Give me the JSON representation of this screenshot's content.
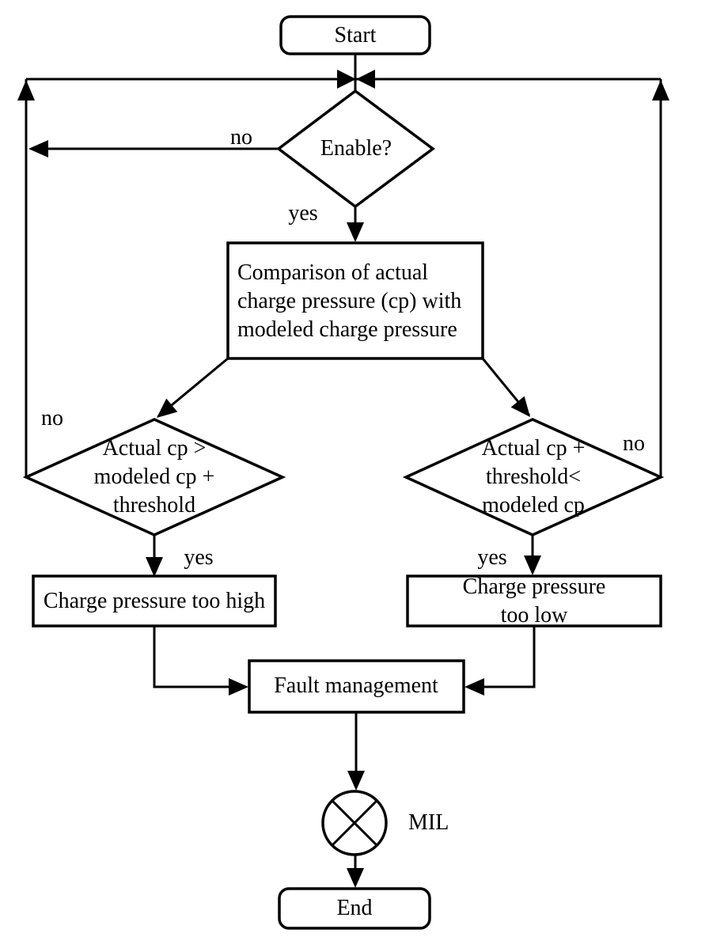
{
  "colors": {
    "stroke": "#000000",
    "background": "#ffffff",
    "text": "#000000"
  },
  "nodes": {
    "start": {
      "label": "Start"
    },
    "enable": {
      "label": "Enable?"
    },
    "comparison": {
      "label": "Comparison of actual\ncharge pressure (cp) with\nmodeled charge pressure"
    },
    "high_decision": {
      "label": "Actual cp >\nmodeled cp +\nthreshold"
    },
    "low_decision": {
      "label": "Actual cp +\nthreshold<\nmodeled cp"
    },
    "too_high": {
      "label": "Charge pressure too high"
    },
    "too_low": {
      "label": "Charge pressure too low"
    },
    "fault_management": {
      "label": "Fault management"
    },
    "mil": {
      "label": "MIL"
    },
    "end": {
      "label": "End"
    }
  },
  "edge_labels": {
    "enable_no": "no",
    "enable_yes": "yes",
    "high_no": "no",
    "high_yes": "yes",
    "low_no": "no",
    "low_yes": "yes"
  }
}
